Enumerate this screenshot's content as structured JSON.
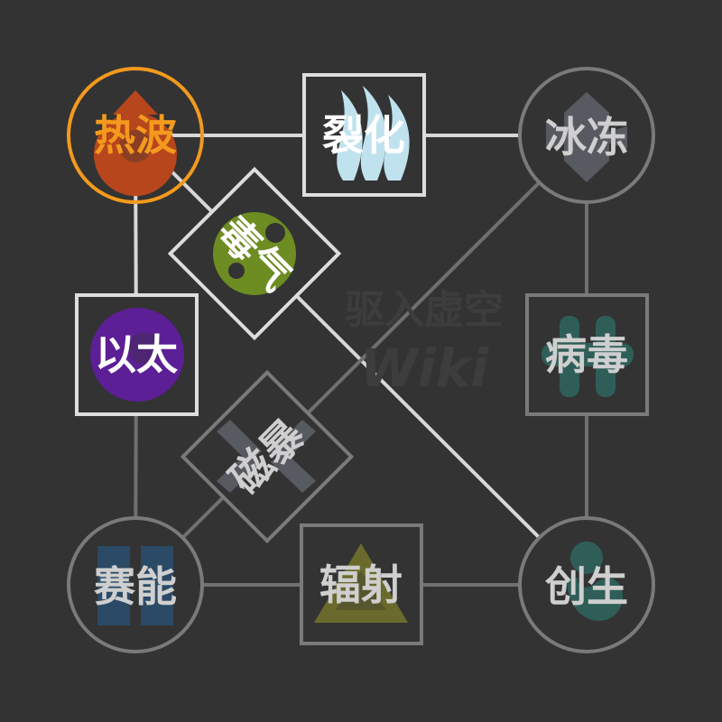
{
  "nodes": {
    "heatwave": {
      "label": "热波",
      "status": "active",
      "icon": "flame-drop-icon",
      "color": "#f39a1e",
      "icon_color": "#b8461c"
    },
    "fission": {
      "label": "裂化",
      "status": "unlocked",
      "icon": "wisp-icon",
      "color": "#ffffff",
      "icon_color": "#bfe2ee"
    },
    "freeze": {
      "label": "冰冻",
      "status": "locked",
      "icon": "crystal-icon",
      "color": "#cfcfcf",
      "icon_color": "#585a62"
    },
    "toxic": {
      "label": "毒气",
      "status": "unlocked",
      "icon": "gas-cloud-icon",
      "color": "#ffffff",
      "icon_color": "#6d8c22"
    },
    "ether": {
      "label": "以太",
      "status": "unlocked",
      "icon": "ether-orb-icon",
      "color": "#ffffff",
      "icon_color": "#5c1f96"
    },
    "virus": {
      "label": "病毒",
      "status": "locked",
      "icon": "virus-icon",
      "color": "#cfcfcf",
      "icon_color": "#2f5e58"
    },
    "magstorm": {
      "label": "磁暴",
      "status": "locked",
      "icon": "magnet-icon",
      "color": "#cfcfcf",
      "icon_color": "#585a62"
    },
    "psionic": {
      "label": "赛能",
      "status": "locked",
      "icon": "psi-bars-icon",
      "color": "#cfcfcf",
      "icon_color": "#2a4a66"
    },
    "radiation": {
      "label": "辐射",
      "status": "locked",
      "icon": "triangle-icon",
      "color": "#cfcfcf",
      "icon_color": "#6a6a2c"
    },
    "creation": {
      "label": "创生",
      "status": "locked",
      "icon": "seed-icon",
      "color": "#cfcfcf",
      "icon_color": "#2f5e58"
    }
  },
  "edges": [
    {
      "from": "heatwave",
      "to": "fission",
      "active": true
    },
    {
      "from": "fission",
      "to": "freeze",
      "active": true
    },
    {
      "from": "heatwave",
      "to": "ether",
      "active": true
    },
    {
      "from": "heatwave",
      "to": "creation",
      "active": true
    },
    {
      "from": "freeze",
      "to": "virus",
      "active": false
    },
    {
      "from": "virus",
      "to": "creation",
      "active": false
    },
    {
      "from": "freeze",
      "to": "psionic",
      "active": false
    },
    {
      "from": "ether",
      "to": "psionic",
      "active": false
    },
    {
      "from": "psionic",
      "to": "radiation",
      "active": false
    },
    {
      "from": "radiation",
      "to": "creation",
      "active": false
    }
  ],
  "watermark": {
    "line1": "驱入虚空",
    "line2": "Wiki"
  },
  "colors": {
    "background": "#333333",
    "active_ring": "#f39a1e",
    "unlocked_frame": "#dddddd",
    "locked_frame": "#7a7a7a",
    "active_edge": "#d8d8d8",
    "locked_edge": "#707070"
  }
}
